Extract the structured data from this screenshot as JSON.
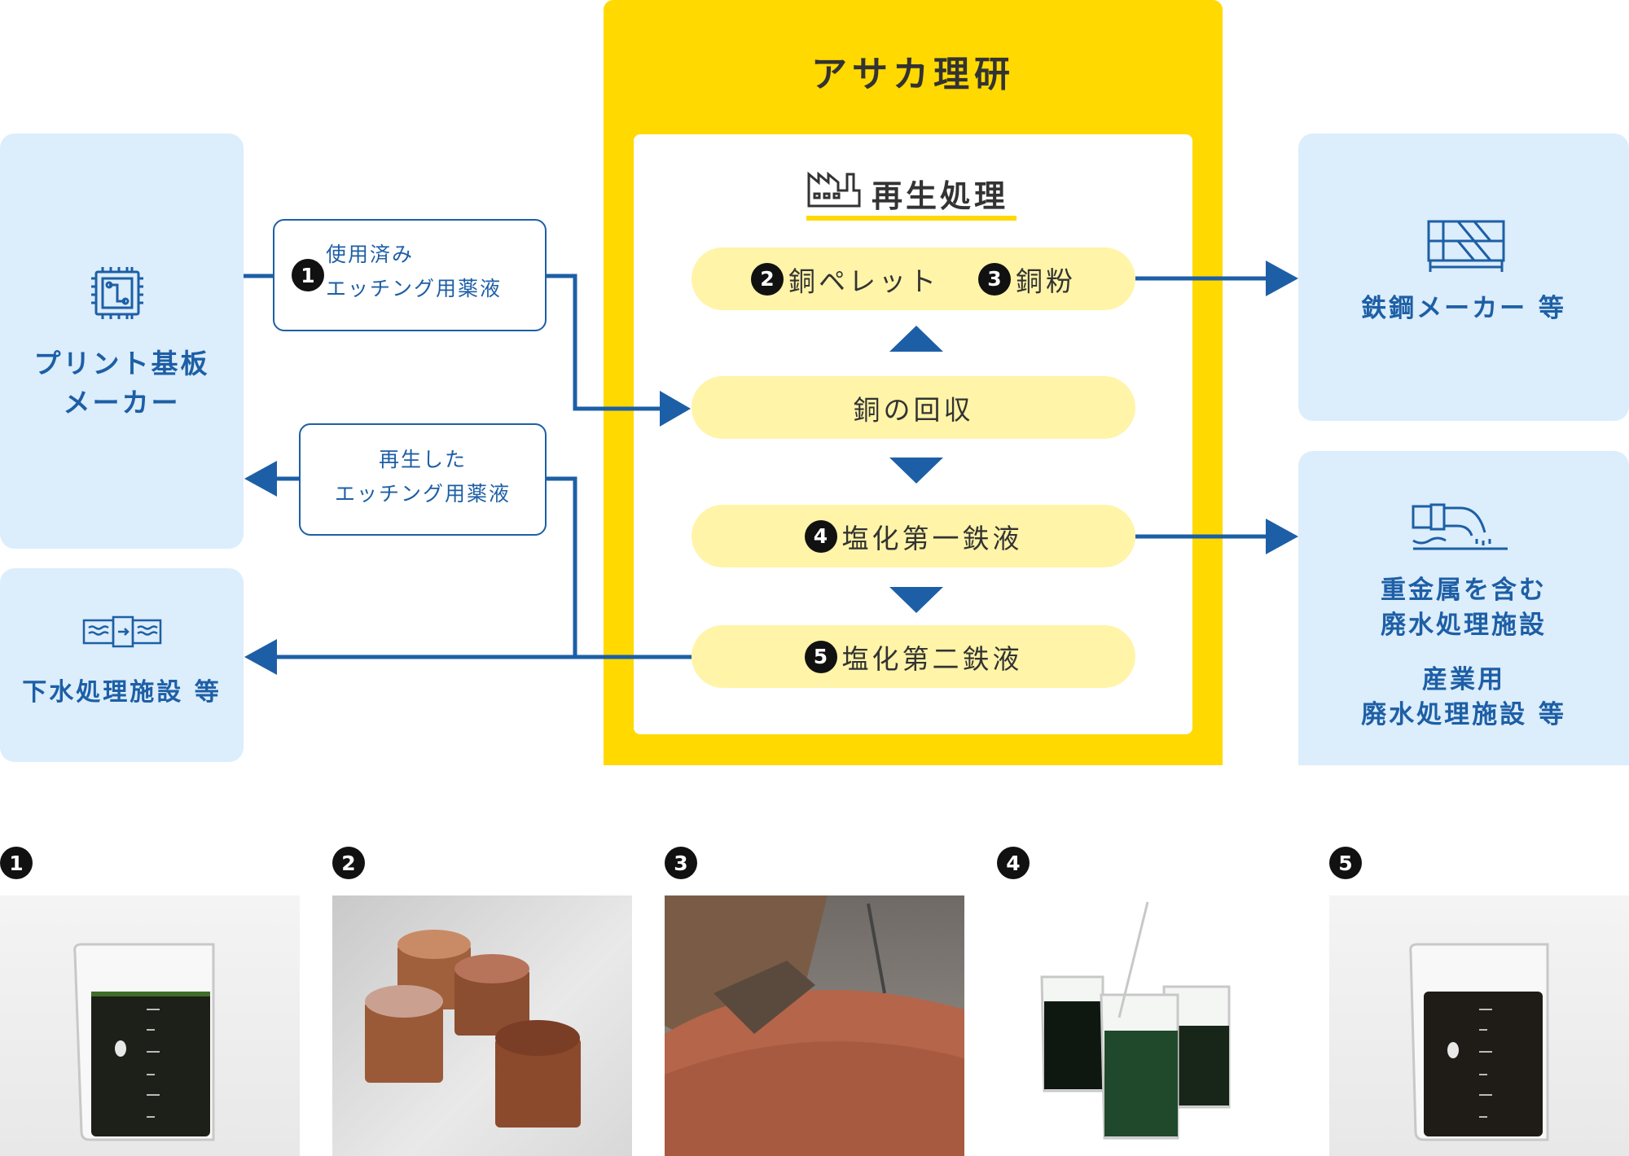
{
  "company": {
    "title": "アサカ理研"
  },
  "process": {
    "title": "再生処理",
    "pill_top": {
      "n2": "2",
      "label2": "銅ペレット",
      "n3": "3",
      "label3": "銅粉"
    },
    "pill_recover": "銅の回収",
    "pill_4": {
      "n": "4",
      "label": "塩化第一鉄液"
    },
    "pill_5": {
      "n": "5",
      "label": "塩化第二鉄液"
    }
  },
  "left": {
    "pcb_maker": {
      "line1": "プリント基板",
      "line2": "メーカー"
    },
    "sewage": "下水処理施設 等"
  },
  "flows": {
    "used": {
      "n": "1",
      "line1": "使用済み",
      "line2": "エッチング用薬液"
    },
    "regen": {
      "line1": "再生した",
      "line2": "エッチング用薬液"
    }
  },
  "right": {
    "steel": "鉄鋼メーカー 等",
    "wastewater": {
      "line1": "重金属を含む",
      "line2": "廃水処理施設",
      "line3": "産業用",
      "line4": "廃水処理施設 等"
    }
  },
  "photos": [
    {
      "n": "1"
    },
    {
      "n": "2"
    },
    {
      "n": "3"
    },
    {
      "n": "4"
    },
    {
      "n": "5"
    }
  ],
  "colors": {
    "yellow": "#ffd900",
    "pill": "#fff4a8",
    "blue": "#1d5fa6",
    "lightblue": "#dcedfb"
  }
}
